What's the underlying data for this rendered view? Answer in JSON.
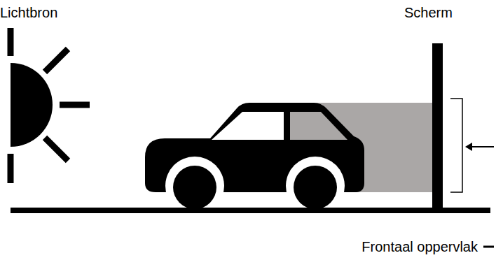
{
  "diagram": {
    "labels": [
      "Lichtbron",
      "Scherm"
    ],
    "legend": [
      {
        "text": "Frontaal oppervlak"
      }
    ]
  }
}
